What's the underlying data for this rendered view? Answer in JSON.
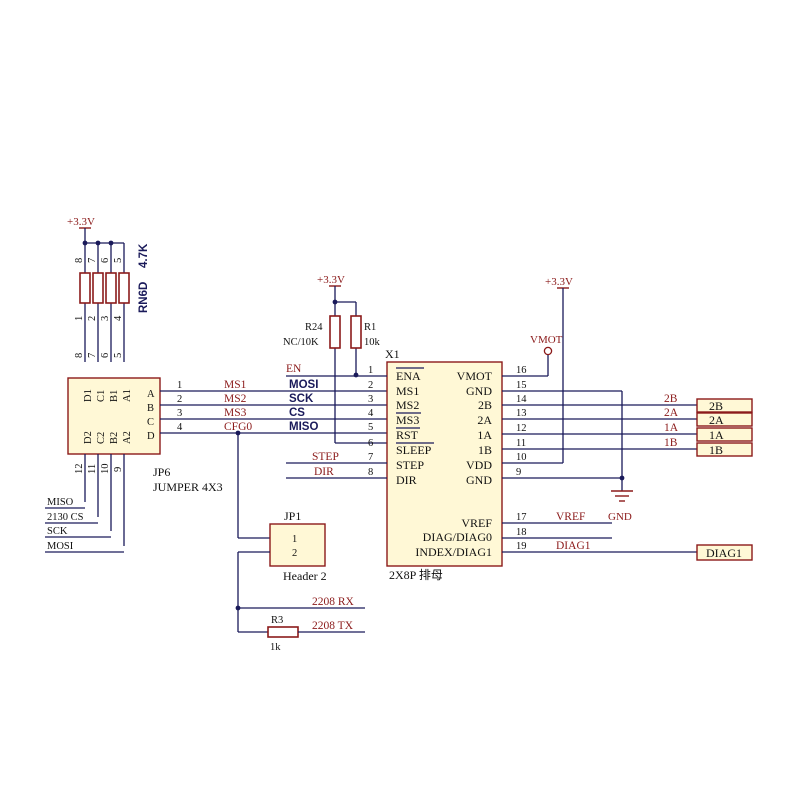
{
  "power": {
    "vcc_label": "+3.3V",
    "vmot_label": "VMOT",
    "gnd_label": "GND"
  },
  "rn6d": {
    "designator": "RN6D",
    "value": "4.7K",
    "top_pins": [
      "8",
      "7",
      "6",
      "5"
    ],
    "bottom_pins": [
      "1",
      "2",
      "3",
      "4"
    ]
  },
  "jp6": {
    "designator": "JP6",
    "value": "JUMPER 4X3",
    "top_pins": [
      "8",
      "7",
      "6",
      "5"
    ],
    "bottom_pins": [
      "12",
      "11",
      "10",
      "9"
    ],
    "row1": [
      "D1",
      "C1",
      "B1",
      "A1"
    ],
    "row2": [
      "D2",
      "C2",
      "B2",
      "A2"
    ],
    "side": [
      "A",
      "B",
      "C",
      "D"
    ],
    "right_pins": [
      "1",
      "2",
      "3",
      "4"
    ],
    "right_nets": [
      "MS1",
      "MS2",
      "MS3",
      "CFG0"
    ],
    "left_nets": [
      "MISO",
      "2130 CS",
      "SCK",
      "MOSI"
    ]
  },
  "r24": {
    "designator": "R24",
    "value": "NC/10K"
  },
  "r1": {
    "designator": "R1",
    "value": "10k"
  },
  "x1": {
    "designator": "X1",
    "value": "2X8P 排母",
    "left_names": [
      "ENA",
      "MS1",
      "MS2",
      "MS3",
      "RST",
      "SLEEP",
      "STEP",
      "DIR"
    ],
    "left_pins": [
      "1",
      "2",
      "3",
      "4",
      "5",
      "6",
      "7",
      "8"
    ],
    "left_bold": [
      "",
      "MOSI",
      "SCK",
      "CS",
      "MISO",
      "",
      "",
      ""
    ],
    "left_nets": [
      "EN",
      "",
      "",
      "",
      "",
      "",
      "STEP",
      "DIR"
    ],
    "right_names": [
      "VMOT",
      "GND",
      "2B",
      "2A",
      "1A",
      "1B",
      "VDD",
      "GND"
    ],
    "right_pins": [
      "16",
      "15",
      "14",
      "13",
      "12",
      "11",
      "10",
      "9"
    ],
    "right_nets": [
      "",
      "",
      "2B",
      "2A",
      "1A",
      "1B",
      "",
      ""
    ],
    "lower_names": [
      "VREF",
      "DIAG/DIAG0",
      "INDEX/DIAG1"
    ],
    "lower_pins": [
      "17",
      "18",
      "19"
    ],
    "lower_nets": [
      "VREF",
      "",
      "DIAG1"
    ]
  },
  "ports": {
    "motor": [
      "2B",
      "2A",
      "1A",
      "1B"
    ],
    "diag": "DIAG1"
  },
  "jp1": {
    "designator": "JP1",
    "value": "Header 2",
    "pins": [
      "1",
      "2"
    ]
  },
  "r3": {
    "designator": "R3",
    "value": "1k"
  },
  "uart": {
    "rx": "2208  RX",
    "tx": "2208  TX"
  }
}
